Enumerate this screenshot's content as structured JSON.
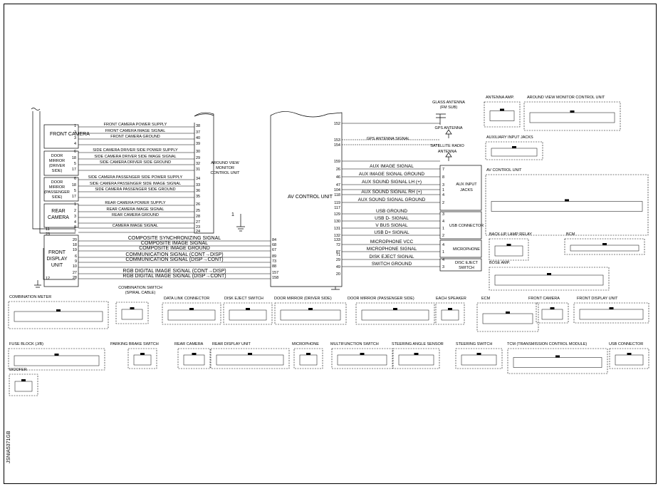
{
  "left_components": {
    "front_camera": "FRONT CAMERA",
    "door_mirror_driver": [
      "DOOR",
      "MIRROR",
      "(DRIVER",
      "SIDE)"
    ],
    "door_mirror_passenger": [
      "DOOR",
      "MIRROR",
      "(PASSENGER",
      "SIDE)"
    ],
    "rear_camera": [
      "REAR",
      "CAMERA"
    ],
    "front_display_unit": [
      "FRONT",
      "DISPLAY",
      "UNIT"
    ]
  },
  "avm": {
    "label": [
      "AROUND VIEW",
      "MONITOR",
      "CONTROL UNIT"
    ],
    "pin1": "1"
  },
  "av_control_unit": "AV CONTROL UNIT",
  "left_signals": [
    {
      "label": "FRONT CAMERA POWER SUPPLY",
      "lp": "1",
      "rp": "38"
    },
    {
      "label": "FRONT CAMERA IMAGE SIGNAL",
      "lp": "2",
      "rp": "37"
    },
    {
      "label": "FRONT CAMERA GROUND",
      "lp": "3",
      "rp": "40"
    },
    {
      "label": "",
      "lp": "4",
      "rp": "39"
    },
    {
      "label": "SIDE CAMERA DRIVER SIDE POWER SUPPLY",
      "lp": "6",
      "rp": "30"
    },
    {
      "label": "SIDE CAMERA DRIVER SIDE IMAGE SIGNAL",
      "lp": "18",
      "rp": "29"
    },
    {
      "label": "SIDE CAMERA DRIVER SIDE GROUND",
      "lp": "5",
      "rp": "32"
    },
    {
      "label": "",
      "lp": "17",
      "rp": "31"
    },
    {
      "label": "SIDE CAMERA PASSENGER SIDE POWER SUPPLY",
      "lp": "6",
      "rp": "34"
    },
    {
      "label": "SIDE CAMERA PASSENGER SIDE IMAGE SIGNAL",
      "lp": "18",
      "rp": "33"
    },
    {
      "label": "SIDE CAMERA PASSENGER SIDE GROUND",
      "lp": "5",
      "rp": "36"
    },
    {
      "label": "",
      "lp": "17",
      "rp": "35"
    },
    {
      "label": "REAR CAMERA POWER SUPPLY",
      "lp": "1",
      "rp": "26"
    },
    {
      "label": "REAR CAMERA IMAGE SIGNAL",
      "lp": "2",
      "rp": "25"
    },
    {
      "label": "REAR CAMERA GROUND",
      "lp": "3",
      "rp": "28"
    },
    {
      "label": "",
      "lp": "4",
      "rp": "27"
    },
    {
      "label": "CAMERA IMAGE SIGNAL",
      "lp": "8",
      "rp": "23"
    },
    {
      "label": "",
      "lp": "7",
      "rp": "24"
    }
  ],
  "fdu_pins_left": [
    "11",
    "23",
    "12"
  ],
  "display_signals": [
    {
      "label": "COMPOSITE SYNCHRONIZING SIGNAL",
      "lp": "20",
      "rp": "84"
    },
    {
      "label": "COMPOSITE IMAGE SIGNAL",
      "lp": "18",
      "rp": "68"
    },
    {
      "label": "COMPOSITE IMAGE GROUND",
      "lp": "19",
      "rp": "67"
    },
    {
      "label": "COMMUNICATION SIGNAL (CONT→DISP)",
      "lp": "6",
      "rp": "89"
    },
    {
      "label": "COMMUNICATION SIGNAL (DISP→CONT)",
      "lp": "9",
      "rp": "73"
    },
    {
      "label": "",
      "lp": "10",
      "rp": "88"
    },
    {
      "label": "RGB DIGITAL IMAGE SIGNAL (CONT→DISP)",
      "lp": "27",
      "rp": "157"
    },
    {
      "label": "RGB DIGITAL IMAGE SIGNAL (DISP→CONT)",
      "lp": "28",
      "rp": "158"
    }
  ],
  "antennas": {
    "glass": [
      "GLASS ANTENNA",
      "(FM SUB)"
    ],
    "gps": "GPS ANTENNA",
    "gps_signal": "GPS ANTENNA SIGNAL",
    "satellite": [
      "SATELLITE RADIO",
      "ANTENNA"
    ],
    "pins": [
      "152",
      "153",
      "154",
      "159"
    ]
  },
  "right_signals": [
    {
      "label": "AUX IMAGE SIGNAL",
      "lp": "26",
      "rp": "7"
    },
    {
      "label": "AUX IMAGE SIGNAL GROUND",
      "lp": "46",
      "rp": "8"
    },
    {
      "label": "AUX SOUND SIGNAL LH (+)",
      "lp": "47",
      "rp": "3"
    },
    {
      "label": "",
      "lp": "104",
      "rp": "1"
    },
    {
      "label": "AUX SOUND SIGNAL RH (+)",
      "lp": "118",
      "rp": "4"
    },
    {
      "label": "AUX SOUND SIGNAL GROUND",
      "lp": "119",
      "rp": "2"
    },
    {
      "label": "USB GROUND",
      "lp": "129",
      "rp": "3"
    },
    {
      "label": "USB D- SIGNAL",
      "lp": "130",
      "rp": "4"
    },
    {
      "label": "V BUS SIGNAL",
      "lp": "131",
      "rp": "1"
    },
    {
      "label": "USB D+ SIGNAL",
      "lp": "132",
      "rp": "2"
    },
    {
      "label": "MICROPHONE VCC",
      "lp": "72",
      "rp": "4"
    },
    {
      "label": "MICROPHONE SIGNAL",
      "lp": "87",
      "rp": "1"
    },
    {
      "label": "DISK EJECT SIGNAL",
      "lp": "29",
      "rp": "4"
    },
    {
      "label": "SWITCH GROUND",
      "lp": "49",
      "rp": "3"
    }
  ],
  "right_misc_pins": [
    "117",
    "133",
    "71",
    "20"
  ],
  "right_boxes": {
    "aux": [
      "AUX INPUT",
      "JACKS"
    ],
    "usb": "USB CONNECTOR",
    "mic": "MICROPHONE",
    "disc": [
      "DISC EJECT",
      "SWITCH"
    ]
  },
  "connector_views": {
    "antenna_amp": "ANTENNA AMP.",
    "avm_unit": "AROUND VIEW MONITOR CONTROL UNIT",
    "aux_jacks": "AUXILIARY INPUT JACKS",
    "av_unit": "AV CONTROL UNIT",
    "backup_relay": "BACK-UP LAMP RELAY",
    "bcm": "BCM",
    "bose": "BOSE AMP.",
    "combo_meter": "COMBINATION METER",
    "combo_switch": [
      "COMBINATION SWITCH",
      "(SPIRAL CABLE)"
    ],
    "dlc": "DATA  LINK CONNECTOR",
    "disk_eject": "DISK EJECT SWITCH",
    "mirror_drv": "DOOR MIRROR (DRIVER SIDE)",
    "mirror_pass": "DOOR MIRROR (PASSENGER SIDE)",
    "speaker": "EACH SPEAKER",
    "ecm": "ECM",
    "front_camera": "FRONT CAMERA",
    "fdu": "FRONT DISPLAY UNIT",
    "fuse": "FUSE BLOCK (J/B)",
    "pbrake": "PARKING BRAKE SWITCH",
    "rear_camera": "REAR CAMERA",
    "rdu": "REAR DISPLAY UNIT",
    "microphone": "MICROPHONE",
    "multifunction": "MULTIFUNCTION SWITCH",
    "steer_angle": "STEERING ANGLE SENSOR",
    "steer_switch": "STEERING SWITCH",
    "tcm": "TCM (TRANSMISSION CONTROL MODULE)",
    "usb": "USB CONNECTOR",
    "woofer": "WOOFER"
  },
  "drawing_code": "JSNIA5371GB"
}
